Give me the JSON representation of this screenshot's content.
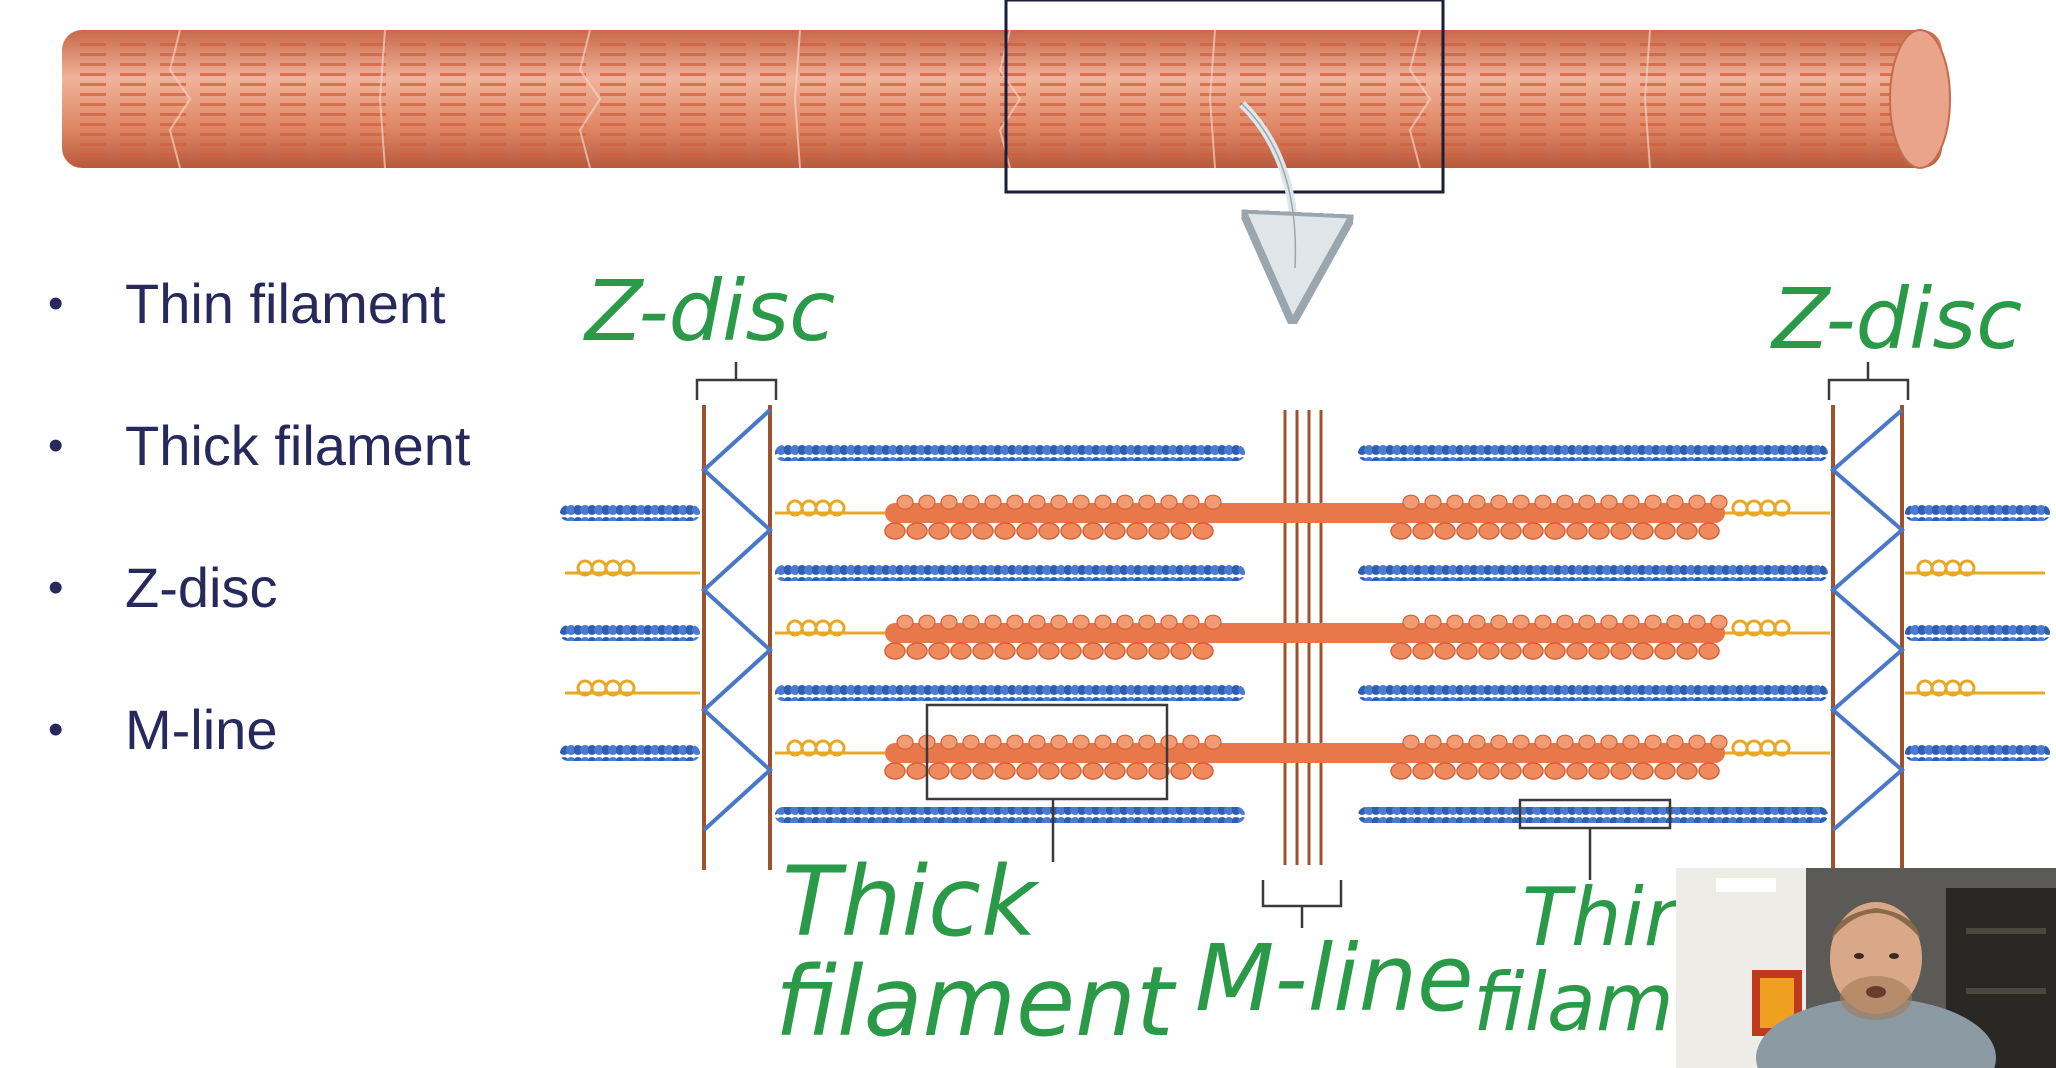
{
  "bullets": [
    {
      "label": "Thin filament"
    },
    {
      "label": "Thick filament"
    },
    {
      "label": "Z-disc"
    },
    {
      "label": "M-line"
    }
  ],
  "annotations": {
    "z_disc_left": "Z-disc",
    "z_disc_right": "Z-disc",
    "thick_filament_line1": "Thick",
    "thick_filament_line2": "filament",
    "m_line": "M-line",
    "thin_filament_line1": "Thin",
    "thin_filament_line2": "filament"
  },
  "colors": {
    "bullet_text": "#27295c",
    "handwriting": "#2a9a48",
    "thin_filament": "#2e5fb0",
    "thick_filament": "#e8774a",
    "titin": "#e8a824",
    "z_disc": "#a0522d",
    "fiber": "#dd8c6a",
    "zoom_box": "#1a1c3a"
  },
  "icons": {
    "zoom_arrow": "curved-arrow-down-icon",
    "webcam": "presenter-webcam"
  }
}
